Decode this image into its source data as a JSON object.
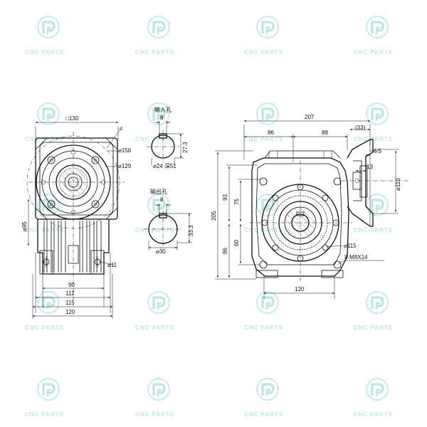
{
  "watermark": {
    "text": "CNC PARTS",
    "brand_color": "#b9e6e1"
  },
  "left_view": {
    "dims": {
      "square": "□130",
      "d156": "⌀156",
      "d129": "⌀129",
      "d95": "⌀95",
      "d11": "⌀11",
      "w90": "90",
      "w112": "112",
      "w115": "115",
      "w120": "120"
    }
  },
  "input_bore": {
    "title": "输入孔",
    "key": "8",
    "depth": "27.3",
    "dia": "⌀24 深51"
  },
  "output_bore": {
    "title": "输出孔",
    "key": "8",
    "depth": "33.3",
    "dia": "⌀30"
  },
  "right_view": {
    "dims": {
      "w207": "207",
      "w86": "86",
      "w88": "88",
      "w33": "(33)",
      "w6_5": "6.5",
      "w13": "13",
      "d110": "⌀110",
      "h205": "205",
      "h93": "93",
      "h75": "75",
      "h86": "86",
      "h60": "60",
      "d115": "⌀115",
      "bolt": "8-M8X14",
      "w120": "120"
    }
  }
}
